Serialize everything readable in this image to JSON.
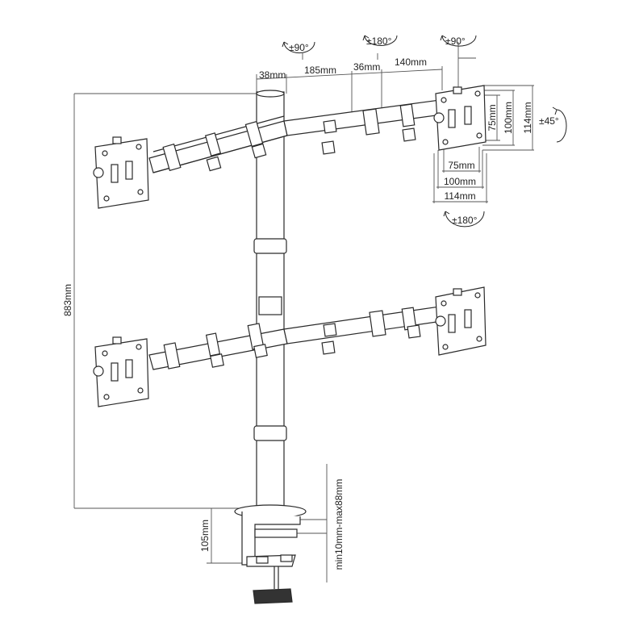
{
  "rotations": {
    "left_arm": "±90°",
    "center_arm": "±180°",
    "right_arm": "±90°",
    "tilt": "±45°",
    "swivel": "±180°"
  },
  "arm_dims": {
    "pole": "38mm",
    "arm1": "185mm",
    "joint": "36mm",
    "arm2": "140mm"
  },
  "vesa": {
    "v75": "75mm",
    "v100": "100mm",
    "v114": "114mm",
    "h75": "75mm",
    "h100": "100mm",
    "h114": "114mm"
  },
  "height": "883mm",
  "clamp_height": "105mm",
  "desk_range": "min10mm-max88mm",
  "colors": {
    "line": "#2a2a2a",
    "dim": "#555555",
    "fill": "#ffffff",
    "dark": "#333333"
  }
}
